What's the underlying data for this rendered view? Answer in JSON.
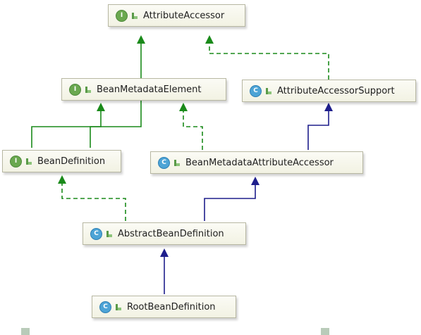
{
  "colors": {
    "inheritance": "#1a8a1a",
    "implementation": "#1a8a1a",
    "class_extends": "#1e1e8c",
    "interface_badge": "#6aa84f",
    "class_badge": "#4da4d6"
  },
  "nodes": {
    "attribute_accessor": {
      "kind": "interface",
      "badge": "I",
      "label": "AttributeAccessor"
    },
    "bean_metadata_element": {
      "kind": "interface",
      "badge": "I",
      "label": "BeanMetadataElement"
    },
    "attribute_accessor_support": {
      "kind": "class",
      "badge": "C",
      "label": "AttributeAccessorSupport"
    },
    "bean_definition": {
      "kind": "interface",
      "badge": "I",
      "label": "BeanDefinition"
    },
    "bean_metadata_attribute_accessor": {
      "kind": "class",
      "badge": "C",
      "label": "BeanMetadataAttributeAccessor"
    },
    "abstract_bean_definition": {
      "kind": "class",
      "badge": "C",
      "label": "AbstractBeanDefinition"
    },
    "root_bean_definition": {
      "kind": "class",
      "badge": "C",
      "label": "RootBeanDefinition"
    }
  },
  "edges": [
    {
      "from": "bean_definition",
      "to": "attribute_accessor",
      "style": "solid",
      "color": "green"
    },
    {
      "from": "bean_definition",
      "to": "bean_metadata_element",
      "style": "solid",
      "color": "green"
    },
    {
      "from": "attribute_accessor_support",
      "to": "attribute_accessor",
      "style": "dashed",
      "color": "green"
    },
    {
      "from": "bean_metadata_attribute_accessor",
      "to": "bean_metadata_element",
      "style": "dashed",
      "color": "green"
    },
    {
      "from": "bean_metadata_attribute_accessor",
      "to": "attribute_accessor_support",
      "style": "solid",
      "color": "blue"
    },
    {
      "from": "abstract_bean_definition",
      "to": "bean_definition",
      "style": "dashed",
      "color": "green"
    },
    {
      "from": "abstract_bean_definition",
      "to": "bean_metadata_attribute_accessor",
      "style": "solid",
      "color": "blue"
    },
    {
      "from": "root_bean_definition",
      "to": "abstract_bean_definition",
      "style": "solid",
      "color": "blue"
    }
  ]
}
